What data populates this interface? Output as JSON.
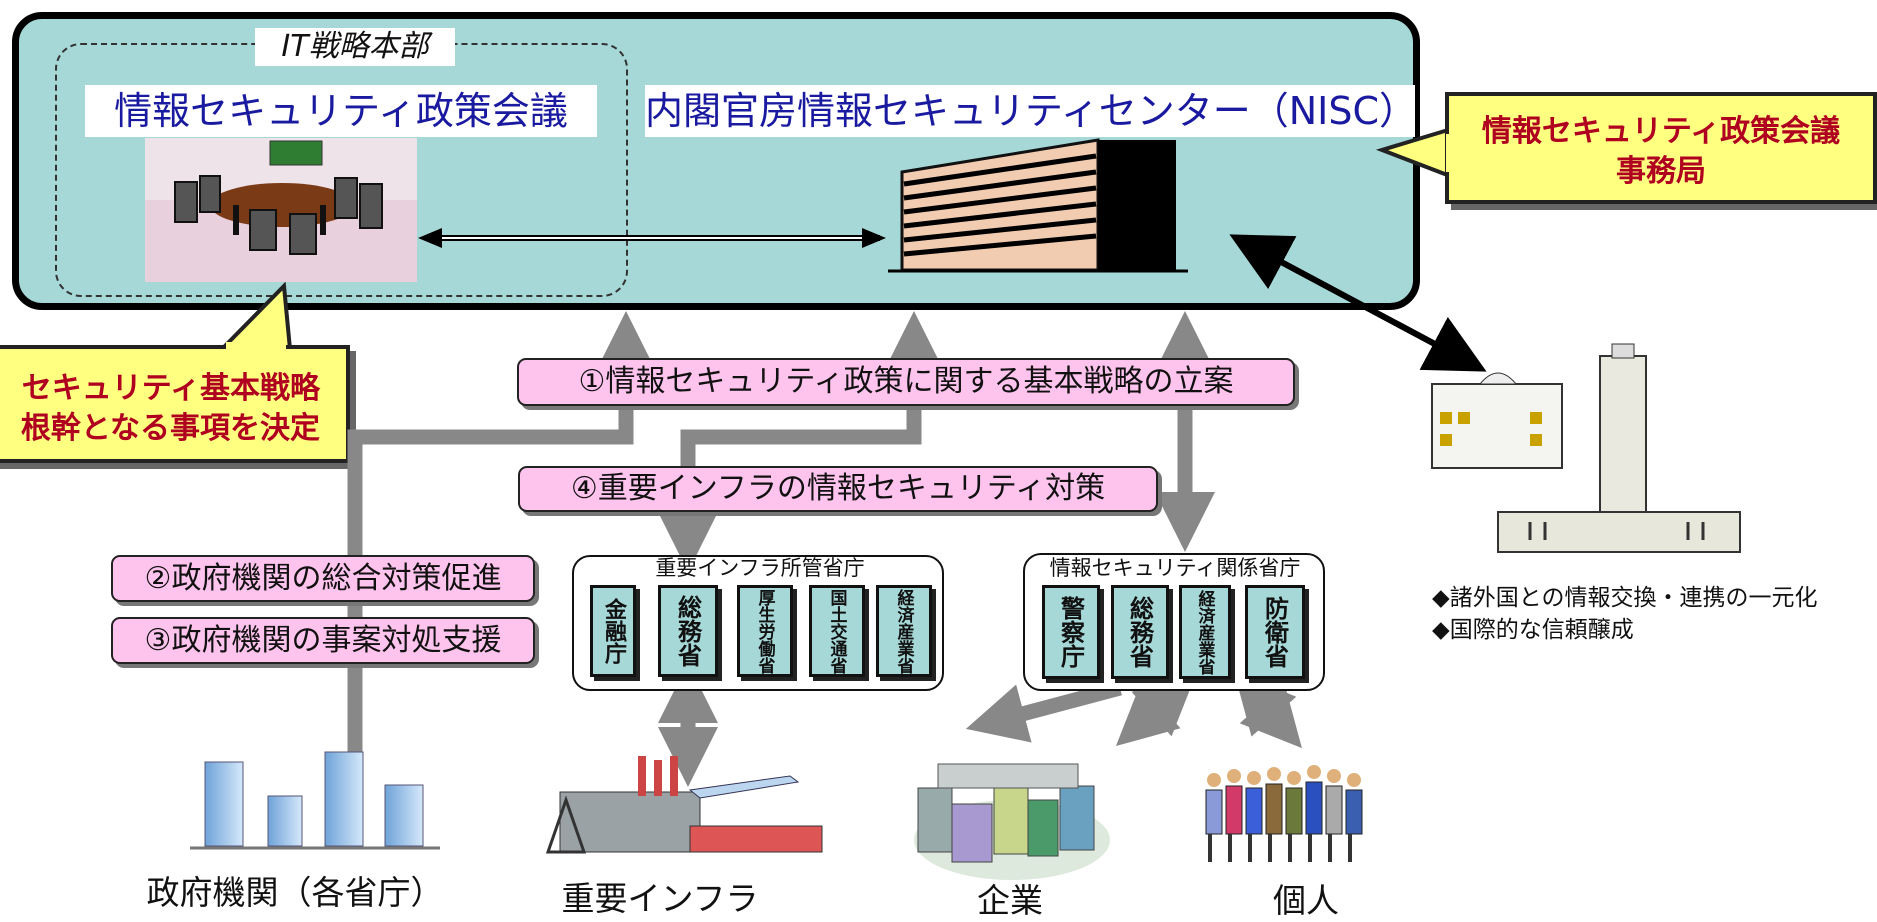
{
  "it_hq": {
    "label": "IT戦略本部"
  },
  "council": {
    "title": "情報セキュリティ政策会議"
  },
  "nisc": {
    "title": "内閣官房情報セキュリティセンター（NISC）"
  },
  "secretariat_callout": {
    "line1": "情報セキュリティ政策会議",
    "line2": "事務局"
  },
  "strategy_callout": {
    "line1": "セキュリティ基本戦略",
    "line2": "根幹となる事項を決定"
  },
  "functions": {
    "f1": "①情報セキュリティ政策に関する基本戦略の立案",
    "f2": "②政府機関の総合対策促進",
    "f3": "③政府機関の事案対処支援",
    "f4": "④重要インフラの情報セキュリティ対策"
  },
  "infra_ministries": {
    "title": "重要インフラ所管省庁",
    "items": [
      "金融庁",
      "総務省",
      "厚生労働省",
      "国土交通省",
      "経済産業省"
    ]
  },
  "security_ministries": {
    "title": "情報セキュリティ関係省庁",
    "items": [
      "警察庁",
      "総務省",
      "経済産業省",
      "防衛省"
    ]
  },
  "targets": {
    "government": "政府機関（各省庁）",
    "infrastructure": "重要インフラ",
    "companies": "企業",
    "individuals": "個人"
  },
  "international_notes": [
    "◆諸外国との情報交換・連携の一元化",
    "◆国際的な信頼醸成"
  ],
  "colors": {
    "panel": "#a6d8d8",
    "title_text": "#1a1aa0",
    "callout_fill": "#ffff80",
    "callout_text": "#b00020",
    "function_fill": "#ffc4ee",
    "flow_arrow": "#888888"
  }
}
